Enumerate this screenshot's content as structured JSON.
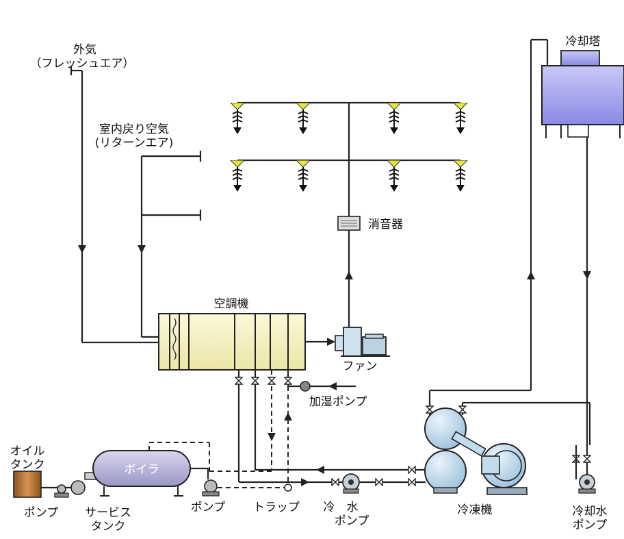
{
  "labels": {
    "outside_air_1": "外気",
    "outside_air_2": "（フレッシュエア）",
    "return_air_1": "室内戻り空気",
    "return_air_2": "(リターンエア)",
    "silencer": "消音器",
    "air_conditioner": "空調機",
    "fan": "ファン",
    "humidifier_pump": "加湿ポンプ",
    "cooling_tower": "冷却塔",
    "oil_tank_1": "オイル",
    "oil_tank_2": "タンク",
    "boiler": "ボイラ",
    "pump": "ポンプ",
    "service_tank_1": "サービス",
    "service_tank_2": "タンク",
    "boiler_pump": "ポンプ",
    "trap": "トラップ",
    "chilled_water_pump_1": "冷　水",
    "chilled_water_pump_2": "ポンプ",
    "chiller": "冷凍機",
    "cooling_water_pump_1": "冷却水",
    "cooling_water_pump_2": "ポンプ"
  },
  "colors": {
    "ahu_fill": "#f6f2c4",
    "boiler_fill": "#bcb8dc",
    "tower_fill": "#b0b0ee",
    "chiller_fill": "#c2dcec",
    "oil_tank_fill": "#b87530",
    "nozzle": "#e8e838",
    "line": "#222222"
  }
}
